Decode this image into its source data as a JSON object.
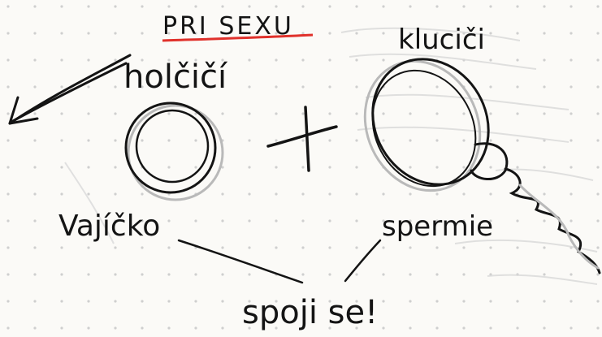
{
  "labels": {
    "title": "PRI SEXU",
    "girls": "holčičí",
    "boys": "kluciči",
    "egg": "Vajíčko",
    "sperm": "spermie",
    "join": "spoji se!"
  },
  "colors": {
    "ink": "#141414",
    "pencil": "#b9b9b9",
    "underline": "#e0312b",
    "paper": "#fbfaf7",
    "dots": "#cfcfcf"
  }
}
